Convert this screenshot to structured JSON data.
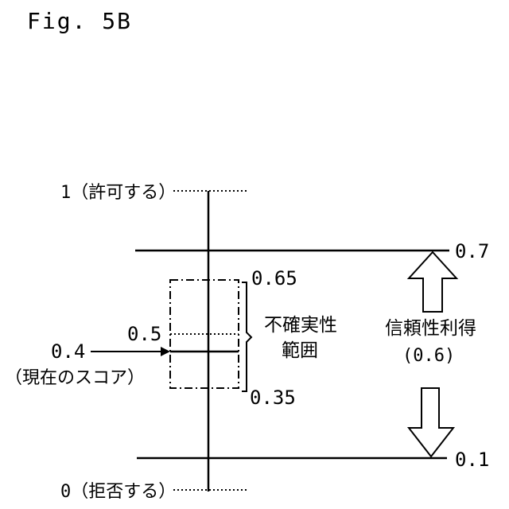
{
  "figure_label": "Fig. 5B",
  "scale": {
    "top_label": "1（許可する）",
    "bottom_label": "0（拒否する）"
  },
  "thresholds": {
    "upper": "0.7",
    "lower": "0.1"
  },
  "uncertainty_box": {
    "upper_value": "0.65",
    "lower_value": "0.35",
    "mid_value": "0.5",
    "label_line1": "不確実性",
    "label_line2": "範囲"
  },
  "current_score": {
    "value": "0.4",
    "label": "（現在のスコア）"
  },
  "trust_gain": {
    "label_line1": "信頼性利得",
    "label_line2": "(0.6)"
  }
}
